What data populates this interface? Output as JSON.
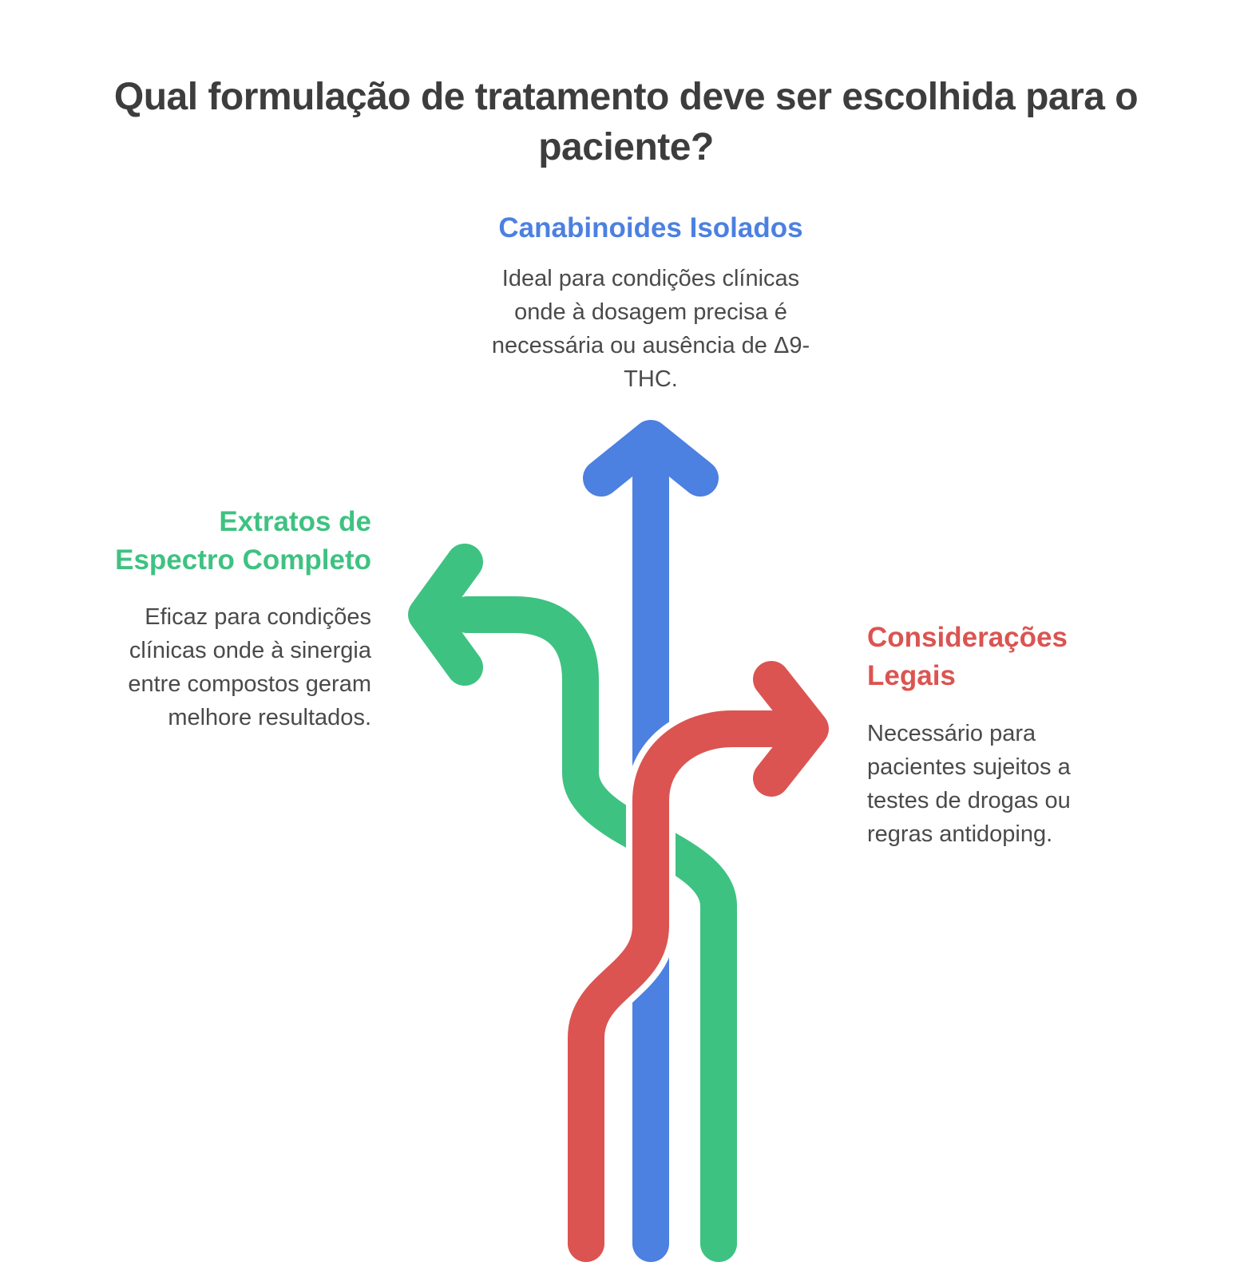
{
  "page": {
    "background_color": "#ffffff",
    "body_text_color": "#4a4a4a",
    "title_color": "#3d3d3d",
    "arrow_casing_color": "#ffffff"
  },
  "title": {
    "lines": [
      "Qual formulação de tratamento deve ser escolhida para o",
      "paciente?"
    ]
  },
  "branches": [
    {
      "id": "canabinoides-isolados",
      "arrow_direction": "up",
      "color": "#4c80e1",
      "heading_lines": [
        "Canabinoides Isolados"
      ],
      "body_lines": [
        "Ideal para condições clínicas",
        "onde à dosagem precisa é",
        "necessária ou ausência de Δ9-",
        "THC."
      ]
    },
    {
      "id": "extratos-de-espectro-completo",
      "arrow_direction": "left",
      "color": "#3ec281",
      "heading_lines": [
        "Extratos de",
        "Espectro Completo"
      ],
      "body_lines": [
        "Eficaz para condições",
        "clínicas onde à sinergia",
        "entre compostos geram",
        "melhore resultados."
      ]
    },
    {
      "id": "consideracoes-legais",
      "arrow_direction": "right",
      "color": "#db5451",
      "heading_lines": [
        "Considerações",
        "Legais"
      ],
      "body_lines": [
        "Necessário para",
        "pacientes sujeitos a",
        "testes de drogas ou",
        "regras antidoping."
      ]
    }
  ]
}
